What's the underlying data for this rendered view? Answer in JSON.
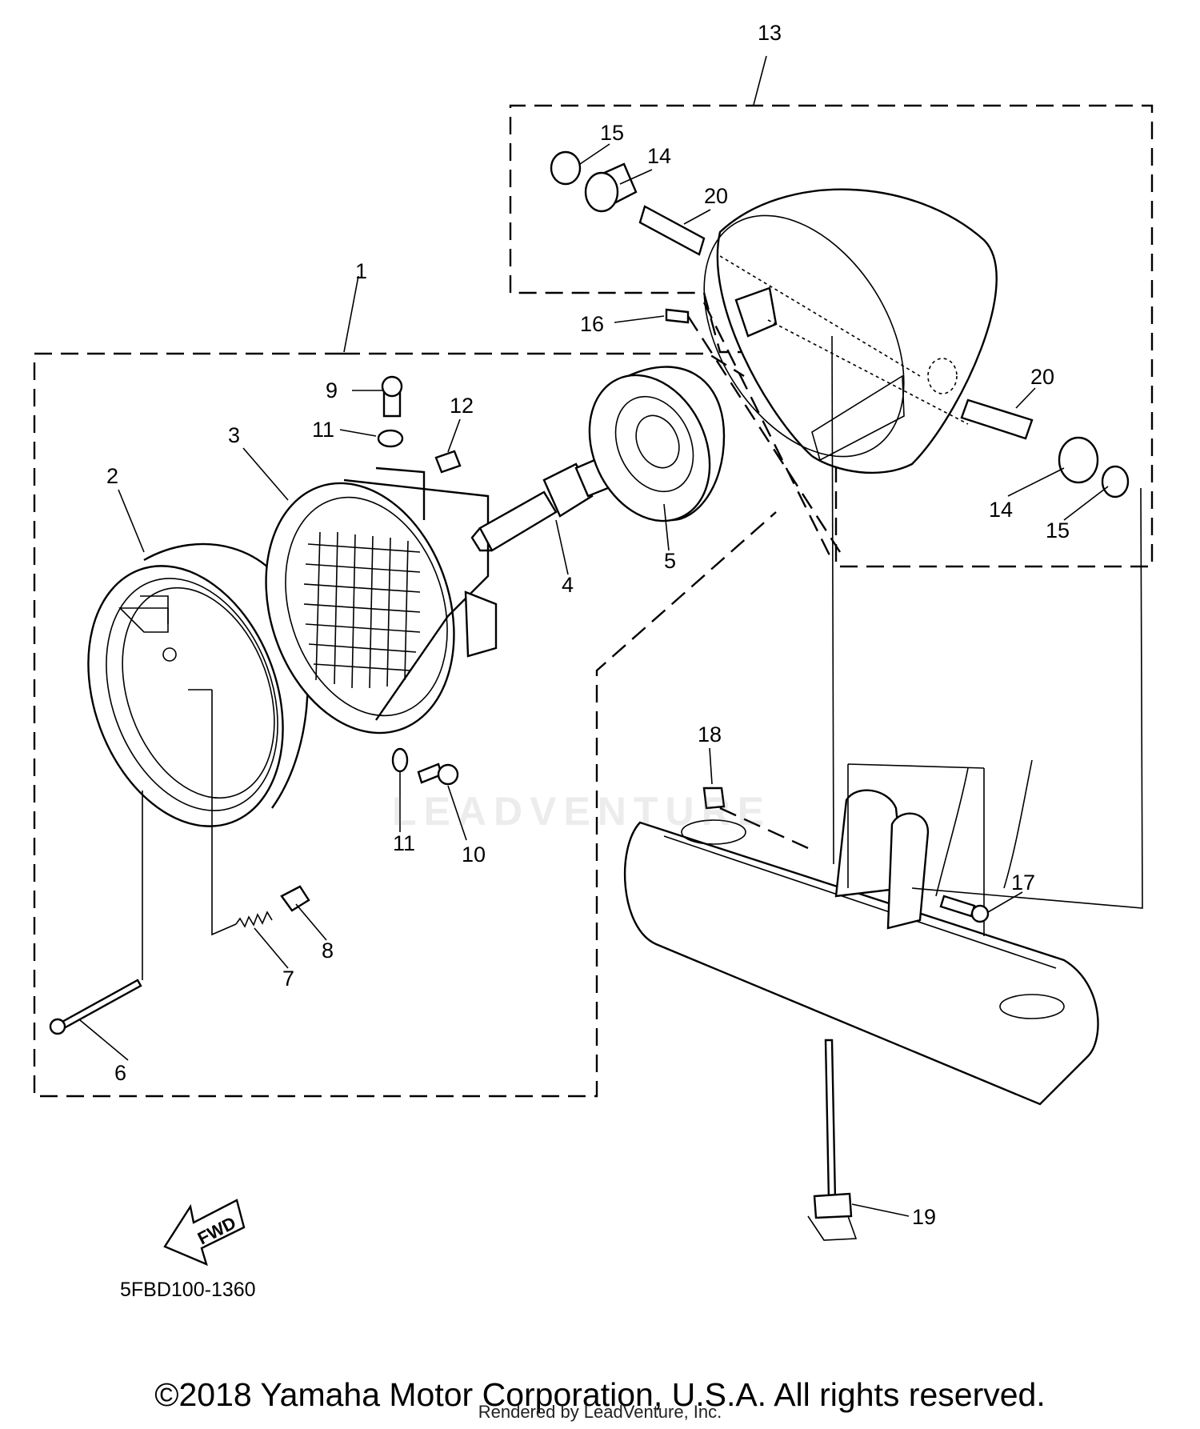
{
  "diagram": {
    "callouts": [
      "1",
      "2",
      "3",
      "4",
      "5",
      "6",
      "7",
      "8",
      "9",
      "10",
      "11",
      "11",
      "12",
      "13",
      "14",
      "14",
      "15",
      "15",
      "16",
      "17",
      "18",
      "19",
      "20",
      "20"
    ],
    "fwd_label": "FWD",
    "code": "5FBD100-1360"
  },
  "footer": {
    "copyright": "©2018 Yamaha Motor Corporation, U.S.A. All rights reserved.",
    "rendered_by": "Rendered by LeadVenture, Inc."
  },
  "watermark": "LEADVENTURE",
  "colors": {
    "line": "#000000",
    "background": "#ffffff"
  }
}
